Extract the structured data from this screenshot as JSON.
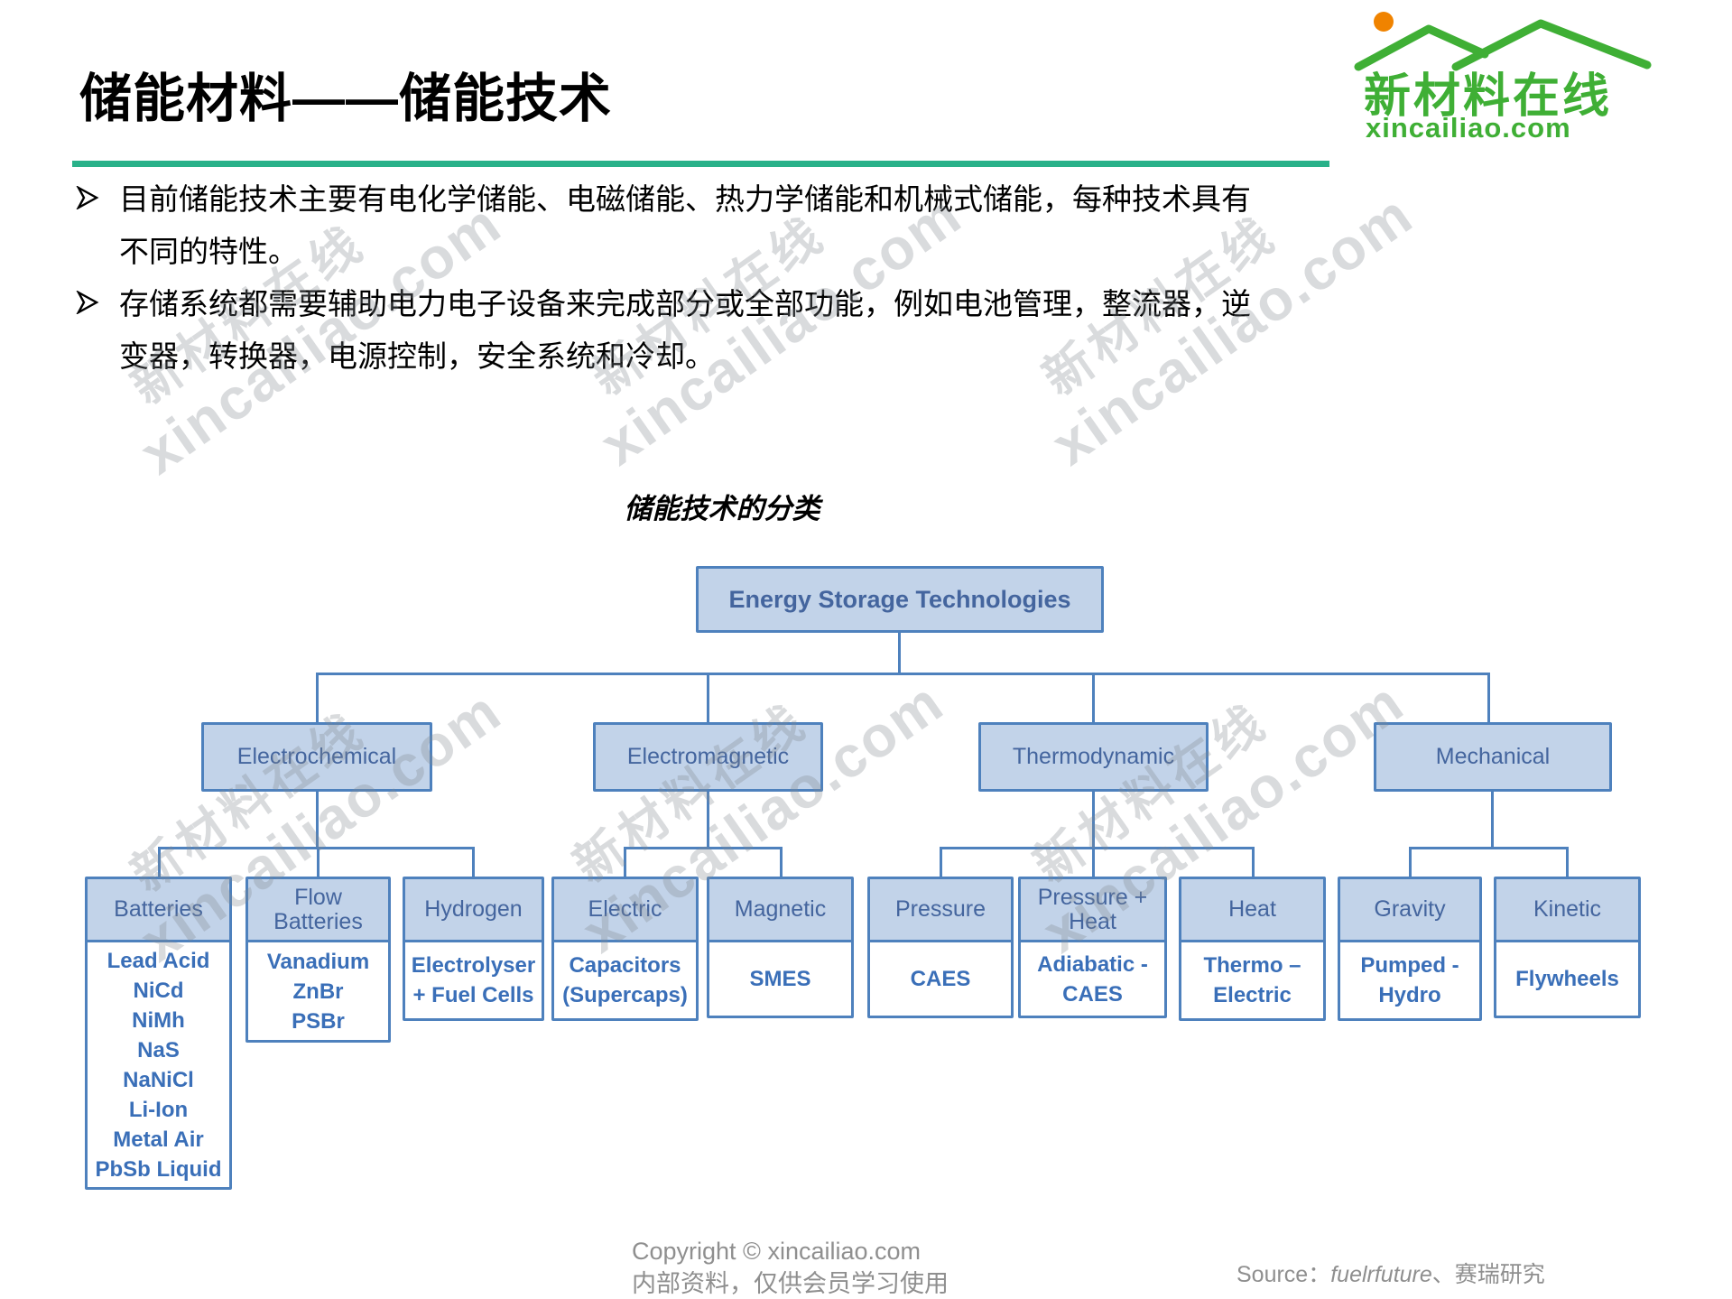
{
  "page": {
    "title": "储能材料——储能技术"
  },
  "logo": {
    "name": "新材料在线",
    "domain": "xincailiao.com"
  },
  "bullets": {
    "b1_l1": "目前储能技术主要有电化学储能、电磁储能、热力学储能和机械式储能，每种技术具有",
    "b1_l2": "不同的特性。",
    "b2_l1": "存储系统都需要辅助电力电子设备来完成部分或全部功能，例如电池管理，整流器，逆",
    "b2_l2": "变器，转换器，电源控制，安全系统和冷却。"
  },
  "diagram": {
    "caption": "储能技术的分类",
    "root": "Energy Storage Technologies",
    "level2": [
      "Electrochemical",
      "Electromagnetic",
      "Thermodynamic",
      "Mechanical"
    ],
    "leaves": [
      {
        "header": "Batteries",
        "items": [
          "Lead Acid",
          "NiCd",
          "NiMh",
          "NaS",
          "NaNiCl",
          "Li-Ion",
          "Metal Air",
          "PbSb Liquid"
        ]
      },
      {
        "header": "Flow Batteries",
        "items": [
          "Vanadium",
          "ZnBr",
          "PSBr"
        ]
      },
      {
        "header": "Hydrogen",
        "items": [
          "Electrolyser + Fuel Cells"
        ]
      },
      {
        "header": "Electric",
        "items": [
          "Capacitors (Supercaps)"
        ]
      },
      {
        "header": "Magnetic",
        "items": [
          "SMES"
        ]
      },
      {
        "header": "Pressure",
        "items": [
          "CAES"
        ]
      },
      {
        "header": "Pressure + Heat",
        "items": [
          "Adiabatic - CAES"
        ]
      },
      {
        "header": "Heat",
        "items": [
          "Thermo – Electric"
        ]
      },
      {
        "header": "Gravity",
        "items": [
          "Pumped - Hydro"
        ]
      },
      {
        "header": "Kinetic",
        "items": [
          "Flywheels"
        ]
      }
    ]
  },
  "watermark": {
    "line1": "新材料在线",
    "line2": "xincailiao.com"
  },
  "footer": {
    "copyright_line1": "Copyright © xincailiao.com",
    "copyright_line2": "内部资料，仅供会员学习使用",
    "source_label": "Source：",
    "source_italic": "fuelrfuture",
    "source_rest": "、赛瑞研究"
  },
  "colors": {
    "accent_green": "#29b189",
    "logo_green": "#3faf35",
    "box_fill": "#c2d3e9",
    "box_border": "#4e81bd",
    "header_text": "#44659e",
    "item_text": "#3a6fb8",
    "footer_gray": "#8f8f8f"
  }
}
